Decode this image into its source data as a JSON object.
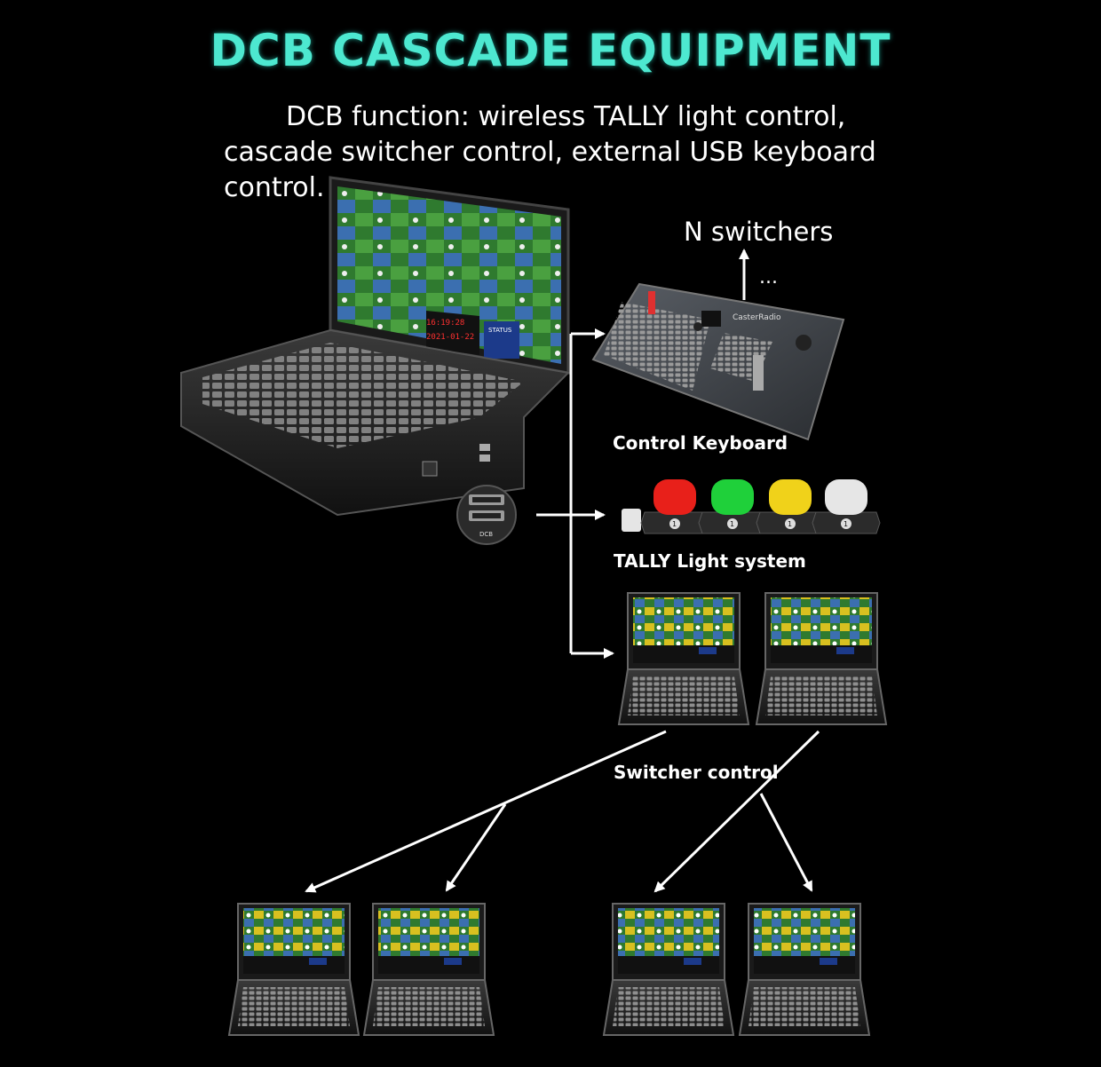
{
  "title": "DCB CASCADE EQUIPMENT",
  "description": {
    "line1": "DCB function: wireless TALLY light control,",
    "line2": "cascade switcher control, external USB keyboard",
    "line3": "control."
  },
  "labels": {
    "n_switchers": "N switchers",
    "ellipsis": "...",
    "control_keyboard": "Control Keyboard",
    "tally_system": "TALLY Light system",
    "switcher_control": "Switcher control",
    "dcb_port": "DCB",
    "keyboard_brand": "CasterRadio",
    "main_time": "16:19:28",
    "main_date": "2021-01-22",
    "status": "STATUS"
  },
  "tally_lights": [
    {
      "color": "#e8201a",
      "number": "1"
    },
    {
      "color": "#1fd03a",
      "number": "1"
    },
    {
      "color": "#f0d21a",
      "number": "1"
    },
    {
      "color": "#e6e6e6",
      "number": "1"
    }
  ],
  "colors": {
    "title": "#4de8d0",
    "background": "#000000",
    "arrow": "#ffffff"
  }
}
